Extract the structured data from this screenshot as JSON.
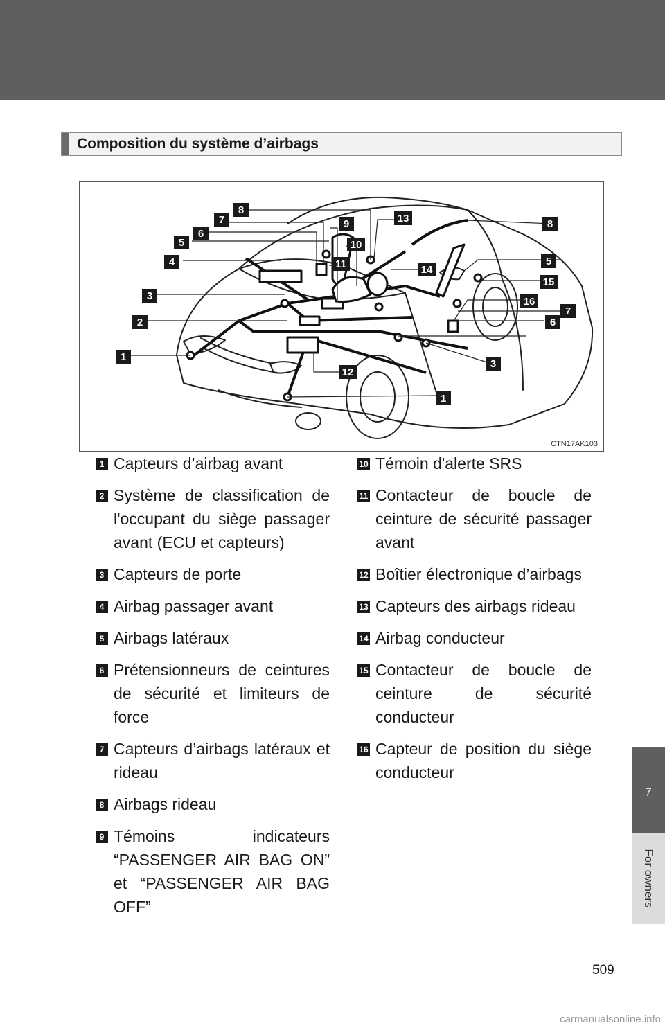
{
  "section_title": "Composition du système d’airbags",
  "figure_code": "CTN17AK103",
  "figure_markers": [
    "1",
    "2",
    "3",
    "4",
    "5",
    "6",
    "7",
    "8",
    "9",
    "10",
    "11",
    "12",
    "13",
    "14",
    "15",
    "16",
    "1",
    "3",
    "5",
    "6",
    "7",
    "8"
  ],
  "items_left": [
    {
      "num": "1",
      "text": "Capteurs d’airbag avant"
    },
    {
      "num": "2",
      "text": "Système de classification de l'occupant du siège passager avant (ECU et capteurs)"
    },
    {
      "num": "3",
      "text": "Capteurs de porte"
    },
    {
      "num": "4",
      "text": "Airbag passager avant"
    },
    {
      "num": "5",
      "text": "Airbags latéraux"
    },
    {
      "num": "6",
      "text": "Prétensionneurs de ceintures de sécurité et limiteurs de force"
    },
    {
      "num": "7",
      "text": "Capteurs d’airbags latéraux et rideau"
    },
    {
      "num": "8",
      "text": "Airbags rideau"
    },
    {
      "num": "9",
      "text": "Témoins indicateurs “PASSENGER AIR BAG ON” et “PASSENGER AIR BAG OFF”"
    }
  ],
  "items_right": [
    {
      "num": "10",
      "text": "Témoin d'alerte SRS"
    },
    {
      "num": "11",
      "text": "Contacteur de boucle de ceinture de sécurité passager avant"
    },
    {
      "num": "12",
      "text": "Boîtier électronique d’airbags"
    },
    {
      "num": "13",
      "text": "Capteurs des airbags rideau"
    },
    {
      "num": "14",
      "text": "Airbag conducteur"
    },
    {
      "num": "15",
      "text": "Contacteur de boucle de ceinture de sécurité conducteur"
    },
    {
      "num": "16",
      "text": "Capteur de position du siège conducteur"
    }
  ],
  "chapter_number": "7",
  "chapter_label": "For owners",
  "page_number": "509",
  "watermark": "carmanualsonline.info"
}
